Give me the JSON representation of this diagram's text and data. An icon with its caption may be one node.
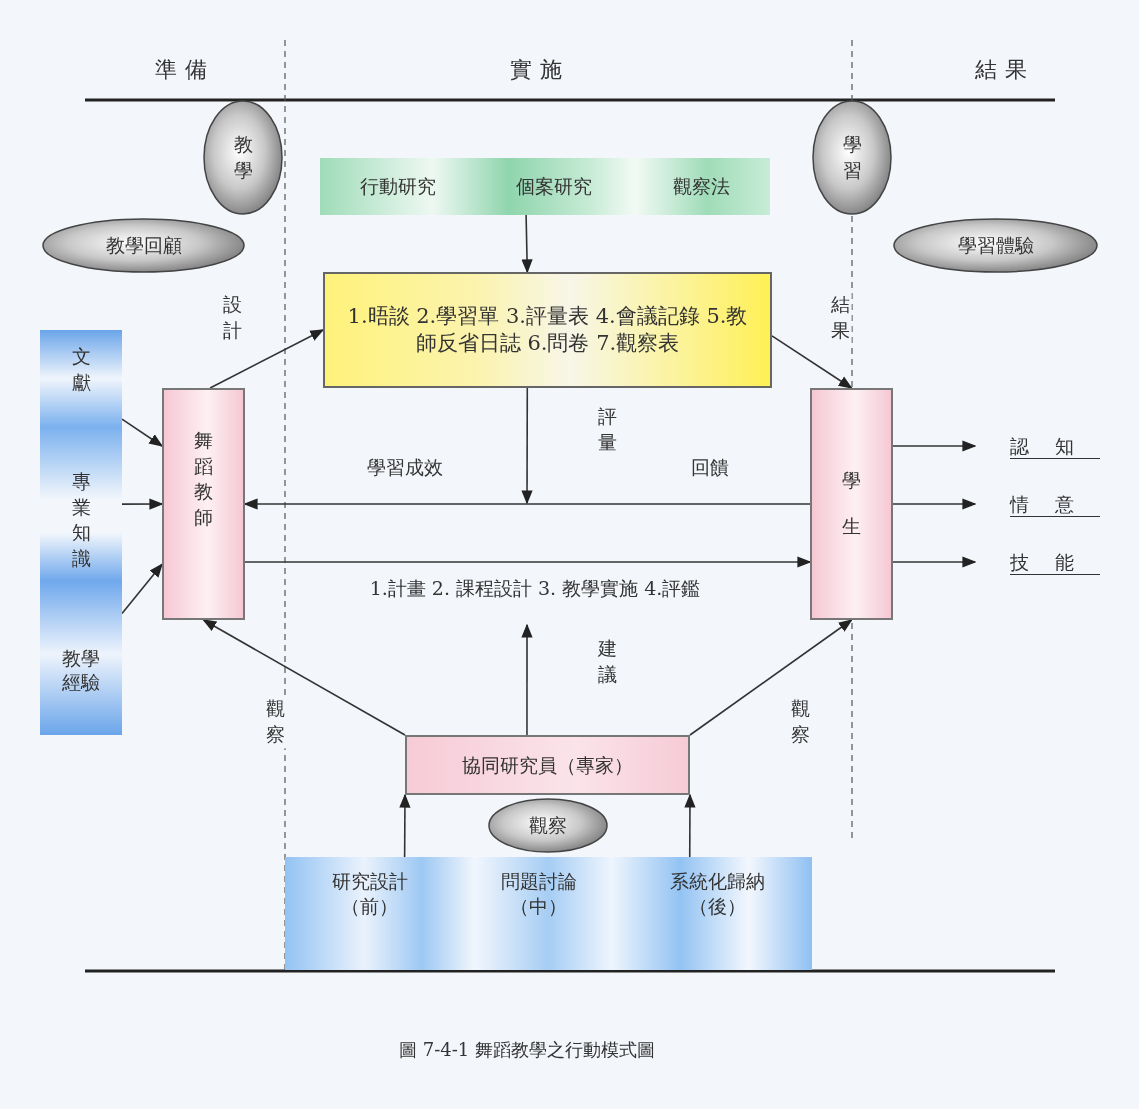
{
  "diagram": {
    "caption": "圖 7-4-1 舞蹈教學之行動模式圖",
    "nodes": [
      {
        "text": [
          "行動研究",
          "個案研究",
          "觀察法"
        ]
      },
      {
        "text": [
          "1.晤談 2.學習單 3.評量表 4.會議記錄 5.教師反省日誌 6.問卷 7.觀察表"
        ]
      },
      {
        "text": [
          "文獻",
          "專業知識",
          "教學經驗"
        ]
      },
      {
        "text": [
          "舞蹈教師"
        ]
      },
      {
        "text": [
          "學生"
        ]
      },
      {
        "text": [
          "協同研究員（專家）"
        ]
      },
      {
        "text": [
          "研究設計（前）",
          "問題討論（中）",
          "系統化歸納（後）"
        ]
      },
      {
        "text": [
          "教學"
        ]
      },
      {
        "text": [
          "學習"
        ]
      },
      {
        "text": [
          "教學回顧"
        ]
      },
      {
        "text": [
          "學習體驗"
        ]
      },
      {
        "text": [
          "觀察"
        ]
      },
      {
        "text": [
          "認知"
        ]
      },
      {
        "text": [
          "情意"
        ]
      },
      {
        "text": [
          "技能"
        ]
      }
    ],
    "edges": [
      {
        "from": 0,
        "to": 1,
        "arrow": "to"
      },
      {
        "from": 3,
        "to": 1,
        "arrow": "to",
        "label": "設計"
      },
      {
        "from": 1,
        "to": 4,
        "arrow": "to",
        "label": "結果"
      },
      {
        "from": 1,
        "to": null,
        "arrow": "to",
        "label": "評量"
      },
      {
        "from": 4,
        "to": 3,
        "arrow": "to",
        "label": "回饋"
      },
      {
        "from": 3,
        "to": 4,
        "arrow": "to",
        "label": "1.計畫 2. 課程設計 3. 教學實施 4.評鑑"
      },
      {
        "from": 5,
        "to": null,
        "arrow": "to",
        "label": "建議"
      },
      {
        "from": 5,
        "to": 3,
        "arrow": "to",
        "label": "觀察"
      },
      {
        "from": 5,
        "to": 4,
        "arrow": "to",
        "label": "觀察"
      },
      {
        "from": 2,
        "to": 3,
        "arrow": "to"
      },
      {
        "from": 2,
        "to": 3,
        "arrow": "to"
      },
      {
        "from": 2,
        "to": 3,
        "arrow": "to"
      },
      {
        "from": 6,
        "to": 5,
        "arrow": "to"
      },
      {
        "from": 6,
        "to": 5,
        "arrow": "to"
      },
      {
        "from": 4,
        "to": 12,
        "arrow": "to"
      },
      {
        "from": 4,
        "to": 13,
        "arrow": "to"
      },
      {
        "from": 4,
        "to": 14,
        "arrow": "to"
      }
    ],
    "labels": [
      "準備",
      "實施",
      "結果",
      "學習成效"
    ]
  }
}
